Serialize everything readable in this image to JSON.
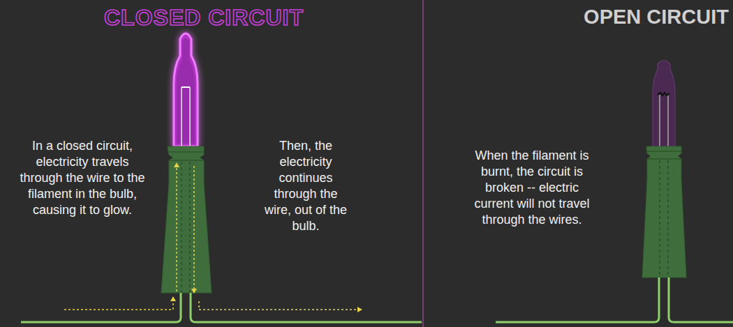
{
  "diagram": {
    "labels": [
      "CLOSED CIRCUIT",
      "OPEN CIRCUIT",
      "In a closed circuit, electricity travels through the wire to the filament in the bulb, causing it to glow.",
      "Then, the electricity continues through the wire, out of the bulb.",
      "When the filament is burnt, the circuit is broken -- electric current will not travel through the wires."
    ]
  }
}
